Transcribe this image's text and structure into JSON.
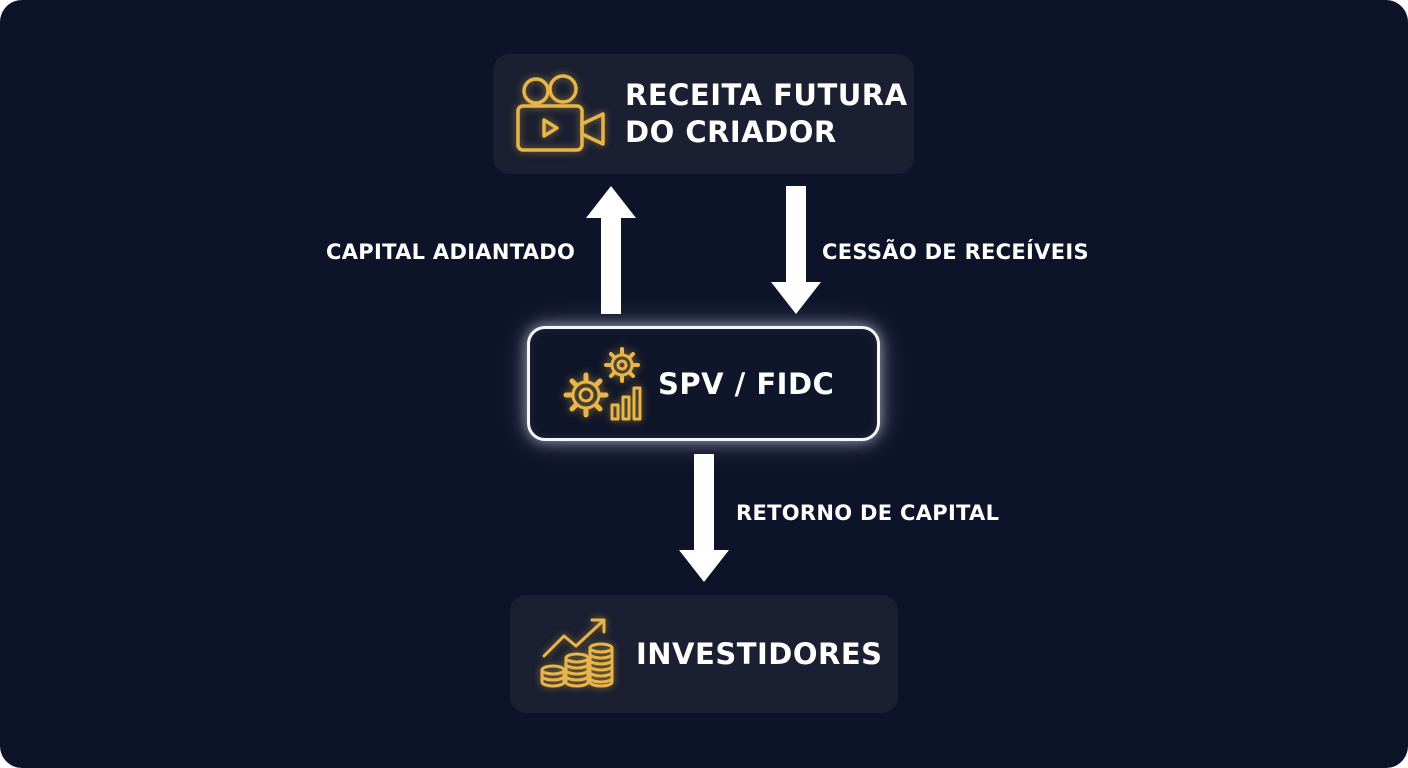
{
  "nodes": {
    "top": {
      "line1": "RECEITA FUTURA",
      "line2": "DO CRIADOR",
      "icon": "video-camera-icon"
    },
    "middle": {
      "label": "SPV / FIDC",
      "icon": "gears-chart-icon"
    },
    "bottom": {
      "label": "INVESTIDORES",
      "icon": "coins-growth-icon"
    }
  },
  "edges": {
    "left": {
      "label": "CAPITAL ADIANTADO",
      "direction": "up"
    },
    "right": {
      "label": "CESSÃO DE RECEÍVEIS",
      "direction": "down"
    },
    "bottom": {
      "label": "RETORNO DE CAPITAL",
      "direction": "down"
    }
  },
  "colors": {
    "background": "#0d1328",
    "node_fill": "#1a1f31",
    "icon_gold": "#e8b54a",
    "text": "#ffffff",
    "highlight_border": "#f4f6ff"
  }
}
